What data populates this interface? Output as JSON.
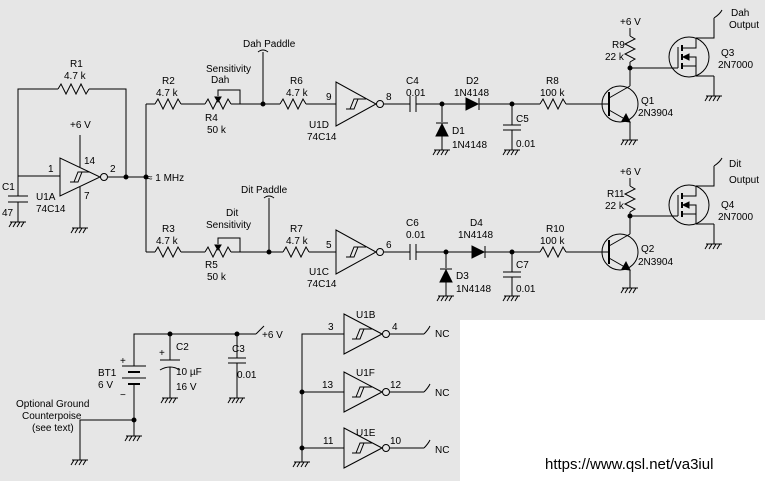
{
  "labels": {
    "r1": "R1",
    "r1_val": "4.7 k",
    "r2": "R2",
    "r2_val": "4.7 k",
    "r3": "R3",
    "r3_val": "4.7 k",
    "r4": "R4",
    "r4_val": "50 k",
    "r5": "R5",
    "r5_val": "50 k",
    "r6": "R6",
    "r6_val": "4.7 k",
    "r7": "R7",
    "r7_val": "4.7 k",
    "r8": "R8",
    "r8_val": "100 k",
    "r9": "R9",
    "r9_val": "22 k",
    "r10": "R10",
    "r10_val": "100 k",
    "r11": "R11",
    "r11_val": "22 k",
    "c1": "C1",
    "c1_val": "47",
    "c2": "C2",
    "c2_val": "10 µF",
    "c2_volt": "16 V",
    "c3": "C3",
    "c3_val": "0.01",
    "c4": "C4",
    "c4_val": "0.01",
    "c5": "C5",
    "c5_val": "0.01",
    "c6": "C6",
    "c6_val": "0.01",
    "c7": "C7",
    "c7_val": "0.01",
    "d1": "D1",
    "d1_val": "1N4148",
    "d2": "D2",
    "d2_val": "1N4148",
    "d3": "D3",
    "d3_val": "1N4148",
    "d4": "D4",
    "d4_val": "1N4148",
    "q1": "Q1",
    "q1_val": "2N3904",
    "q2": "Q2",
    "q2_val": "2N3904",
    "q3": "Q3",
    "q3_val": "2N7000",
    "q4": "Q4",
    "q4_val": "2N7000",
    "u1a": "U1A",
    "u1a_val": "74C14",
    "u1d": "U1D",
    "u1d_val": "74C14",
    "u1c": "U1C",
    "u1c_val": "74C14",
    "u1b": "U1B",
    "u1f": "U1F",
    "u1e": "U1E",
    "bt1": "BT1",
    "bt1_val": "6 V",
    "v6": "+6 V",
    "freq": "≈ 1 MHz",
    "dah_paddle": "Dah Paddle",
    "dit_paddle": "Dit Paddle",
    "dah_sens1": "Dah",
    "dah_sens2": "Sensitivity",
    "dit_sens1": "Dit",
    "dit_sens2": "Sensitivity",
    "dah_out1": "Dah",
    "dah_out2": "Output",
    "dit_out1": "Dit",
    "dit_out2": "Output",
    "nc": "NC",
    "pin1": "1",
    "pin2": "2",
    "pin3": "3",
    "pin4": "4",
    "pin5": "5",
    "pin6": "6",
    "pin7": "7",
    "pin8": "8",
    "pin9": "9",
    "pin10": "10",
    "pin11": "11",
    "pin12": "12",
    "pin13": "13",
    "pin14": "14",
    "gnd1": "Optional Ground",
    "gnd2": "Counterpoise",
    "gnd3": "(see text)",
    "plus": "+",
    "minus": "−"
  },
  "url": "https://www.qsl.net/va3iul"
}
